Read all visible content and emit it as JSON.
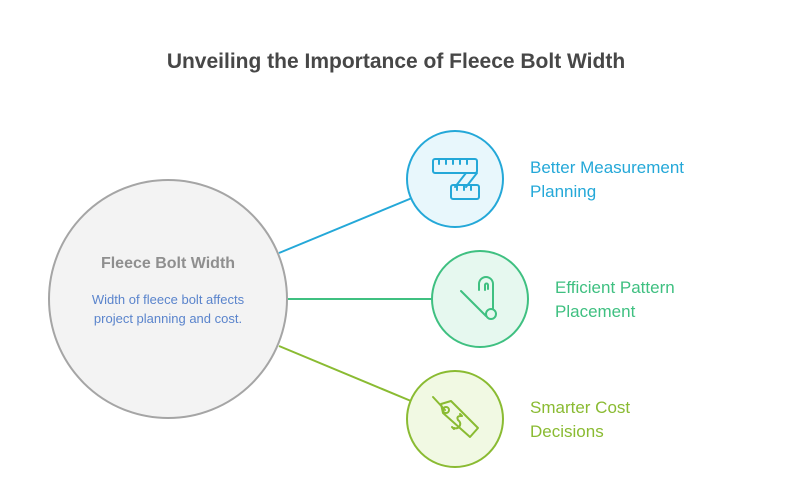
{
  "title": "Unveiling the Importance of Fleece Bolt Width",
  "center": {
    "title": "Fleece Bolt Width",
    "description": "Width of fleece bolt affects project planning and cost.",
    "fill": "#f3f3f3",
    "stroke": "#a5a5a5"
  },
  "branches": [
    {
      "line1": "Better Measurement",
      "line2": "Planning",
      "icon": "measuring-tape-icon",
      "color": "#24a8d8",
      "fill": "#e8f7fc"
    },
    {
      "line1": "Efficient Pattern",
      "line2": "Placement",
      "icon": "safety-pin-icon",
      "color": "#3fc081",
      "fill": "#e6f8ef"
    },
    {
      "line1": "Smarter Cost",
      "line2": "Decisions",
      "icon": "price-tag-icon",
      "color": "#8abb32",
      "fill": "#f1f9e3"
    }
  ]
}
